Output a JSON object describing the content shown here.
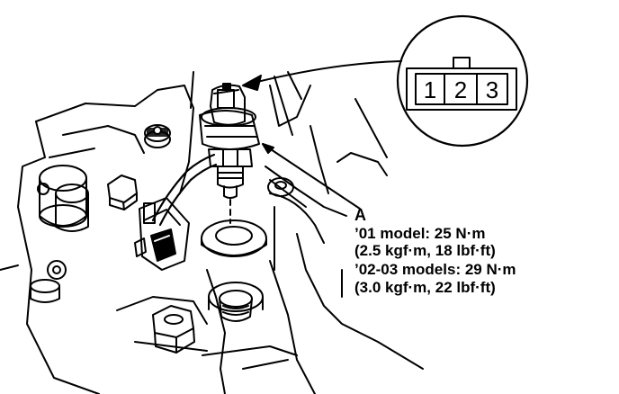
{
  "connector": {
    "pins": [
      "1",
      "2",
      "3"
    ]
  },
  "callout": {
    "letter": "A",
    "lines": [
      "’01 model: 25 N·m",
      "(2.5 kgf·m, 18 lbf·ft)",
      "’02-03 models: 29 N·m",
      "(3.0 kgf·m, 22 lbf·ft)"
    ]
  }
}
